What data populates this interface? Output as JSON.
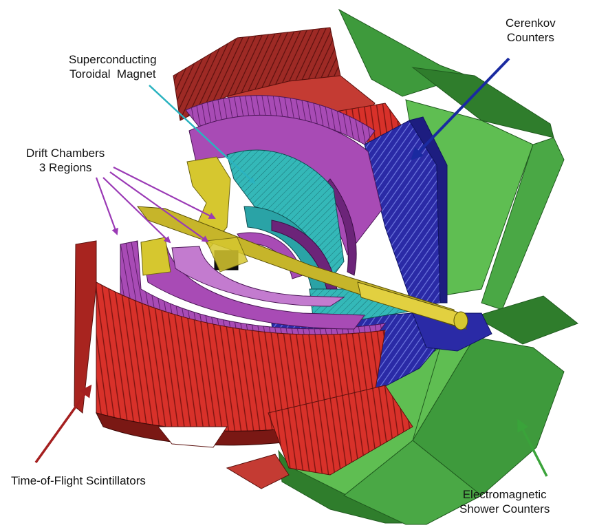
{
  "labels": {
    "magnet": [
      "Superconducting",
      "Toroidal  Magnet"
    ],
    "drift": [
      "Drift Chambers",
      "3 Regions"
    ],
    "cerenkov": [
      "Cerenkov",
      "Counters"
    ],
    "tof": [
      "Time-of-Flight Scintillators"
    ],
    "ec": [
      "Electromagnetic",
      "Shower Counters"
    ]
  },
  "colors": {
    "tof": "#d8312a",
    "tof_dark": "#8e1f1b",
    "ec": "#55b84a",
    "ec_dark": "#2f7d2c",
    "cerenkov": "#2a2aa6",
    "drift": "#a84bb5",
    "drift_dark": "#6c2479",
    "magnet": "#34b8b8",
    "beamline": "#c6b52a",
    "arrow_magnet": "#2bb3c0",
    "arrow_drift": "#9a39b5",
    "arrow_cerenkov": "#1a2aa0",
    "arrow_tof": "#a51f1f",
    "arrow_ec": "#3aa33a"
  }
}
